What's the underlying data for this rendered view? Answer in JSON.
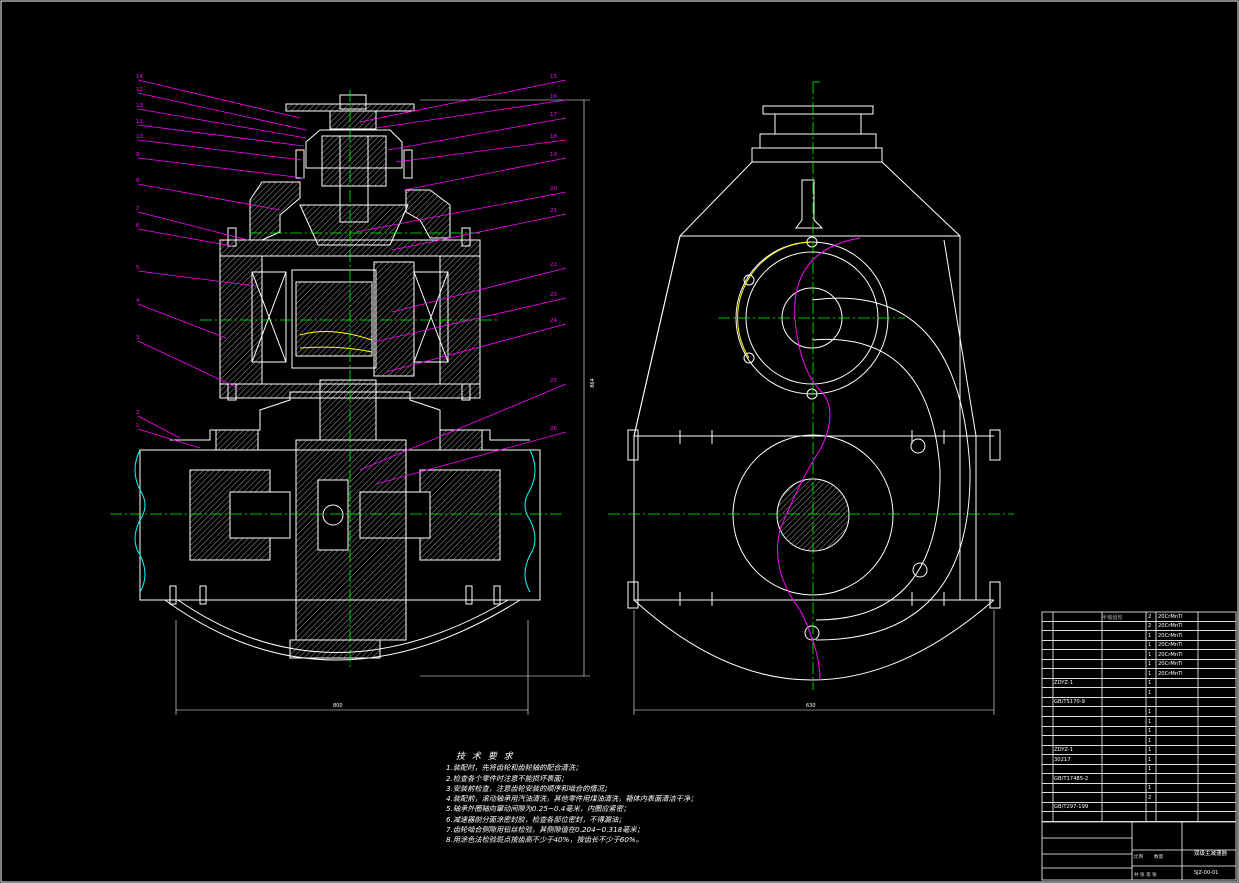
{
  "technical_notes": {
    "title": "技 术 要 求",
    "items": [
      "1.装配时，先将齿轮和齿轮轴的配合清洗；",
      "2.检查各个零件时注意不能损坏表面；",
      "3.安装前检查，注意齿轮安装的顺序和啮合的情况；",
      "4.装配前，滚动轴承用汽油清洗，其他零件用煤油清洗，箱体内表面清洁干净；",
      "5.轴承外圈轴向窜动间隙为0.25~0.4毫米，内圈应紧密；",
      "6.减速器剖分面涂密封胶，检查各部位密封，不得漏油；",
      "7.齿轮啮合侧隙用铅丝检验，其侧隙值在0.204~0.318毫米；",
      "8.用涂色法检验斑点按齿高不少于40%，按齿长不少于60%。"
    ]
  },
  "dimensions": {
    "front_width": "800",
    "side_width": "630",
    "height": "864"
  },
  "section_view_balloons_left": [
    "14",
    "12",
    "13",
    "11",
    "10",
    "9",
    "8",
    "7",
    "6",
    "5",
    "4",
    "3",
    "2",
    "1"
  ],
  "section_view_balloons_right": [
    "15",
    "16",
    "17",
    "18",
    "19",
    "20",
    "21",
    "22",
    "23",
    "24",
    "25",
    "26"
  ],
  "bom": {
    "rows": [
      {
        "idx": "",
        "code": "",
        "name": "半轴齿轮",
        "qty": "2",
        "mat": "20CrMnTi",
        "note": ""
      },
      {
        "idx": "",
        "code": "",
        "name": "",
        "qty": "2",
        "mat": "20CrMnTi",
        "note": ""
      },
      {
        "idx": "",
        "code": "",
        "name": "",
        "qty": "1",
        "mat": "20CrMnTi",
        "note": ""
      },
      {
        "idx": "",
        "code": "",
        "name": "",
        "qty": "1",
        "mat": "20CrMnTi",
        "note": ""
      },
      {
        "idx": "",
        "code": "",
        "name": "",
        "qty": "1",
        "mat": "20CrMnTi",
        "note": ""
      },
      {
        "idx": "",
        "code": "",
        "name": "",
        "qty": "1",
        "mat": "20CrMnTi",
        "note": ""
      },
      {
        "idx": "",
        "code": "",
        "name": "",
        "qty": "1",
        "mat": "20CrMnTi",
        "note": ""
      },
      {
        "idx": "",
        "code": "ZDYZ-1",
        "name": "",
        "qty": "1",
        "mat": "",
        "note": ""
      },
      {
        "idx": "",
        "code": "",
        "name": "",
        "qty": "1",
        "mat": "",
        "note": ""
      },
      {
        "idx": "",
        "code": "GB/T5170-9",
        "name": "",
        "qty": "",
        "mat": "",
        "note": ""
      },
      {
        "idx": "",
        "code": "",
        "name": "",
        "qty": "1",
        "mat": "",
        "note": ""
      },
      {
        "idx": "",
        "code": "",
        "name": "",
        "qty": "1",
        "mat": "",
        "note": ""
      },
      {
        "idx": "",
        "code": "",
        "name": "",
        "qty": "1",
        "mat": "",
        "note": ""
      },
      {
        "idx": "",
        "code": "",
        "name": "",
        "qty": "1",
        "mat": "",
        "note": ""
      },
      {
        "idx": "",
        "code": "ZDYZ-1",
        "name": "",
        "qty": "1",
        "mat": "",
        "note": ""
      },
      {
        "idx": "",
        "code": "30217",
        "name": "",
        "qty": "1",
        "mat": "",
        "note": ""
      },
      {
        "idx": "",
        "code": "",
        "name": "",
        "qty": "1",
        "mat": "",
        "note": ""
      },
      {
        "idx": "",
        "code": "GB/T17485-2",
        "name": "",
        "qty": "",
        "mat": "",
        "note": ""
      },
      {
        "idx": "",
        "code": "",
        "name": "",
        "qty": "1",
        "mat": "",
        "note": ""
      },
      {
        "idx": "",
        "code": "",
        "name": "",
        "qty": "2",
        "mat": "",
        "note": ""
      },
      {
        "idx": "",
        "code": "GB/T297-199",
        "name": "",
        "qty": "",
        "mat": "",
        "note": ""
      },
      {
        "idx": "",
        "code": "",
        "name": "",
        "qty": "",
        "mat": "",
        "note": ""
      }
    ]
  },
  "title_block": {
    "name": "双级主减速器",
    "code": "SJZ-00-01",
    "scale_label": "比例",
    "qty_label": "数量",
    "sheet_label": "共 张 第 张"
  },
  "colors": {
    "background": "#000000",
    "outline": "#ffffff",
    "centerline": "#00ff00",
    "leader": "#ff00ff",
    "dimension": "#ffffff",
    "hidden": "#ffff00",
    "cyan": "#00ffff"
  }
}
